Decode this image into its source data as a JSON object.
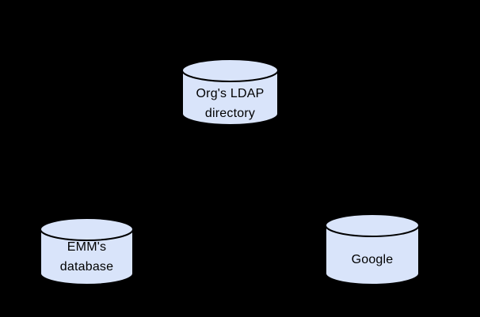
{
  "canvas": {
    "background": "#000000"
  },
  "diagram": {
    "type": "database-sync-diagram",
    "nodes": [
      {
        "id": "org-ldap-directory",
        "shape": "database-cylinder",
        "label_lines": [
          "Org's LDAP",
          "directory"
        ],
        "fill": "#d9e4fa",
        "stroke": "#000000",
        "text_color": "#000000"
      },
      {
        "id": "emm-database",
        "shape": "database-cylinder",
        "label_lines": [
          "EMM's",
          "database"
        ],
        "fill": "#d9e4fa",
        "stroke": "#000000",
        "text_color": "#000000"
      },
      {
        "id": "google",
        "shape": "database-cylinder",
        "label_lines": [
          "Google"
        ],
        "fill": "#d9e4fa",
        "stroke": "#000000",
        "text_color": "#000000"
      }
    ]
  }
}
